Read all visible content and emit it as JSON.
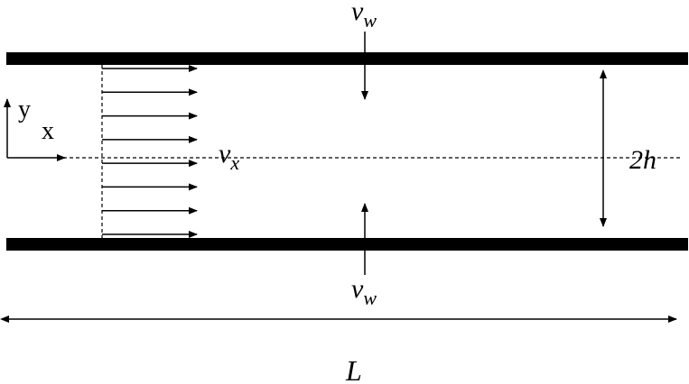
{
  "labels": {
    "y_axis": "y",
    "x_axis": "x",
    "velocity_main": "v",
    "velocity_main_sub": "x",
    "wall_velocity_top": "v",
    "wall_velocity_top_sub": "w",
    "wall_velocity_bottom": "v",
    "wall_velocity_bottom_sub": "w",
    "height": "2h",
    "length": "L"
  },
  "velocity_profile": {
    "arrow_count": 8
  }
}
